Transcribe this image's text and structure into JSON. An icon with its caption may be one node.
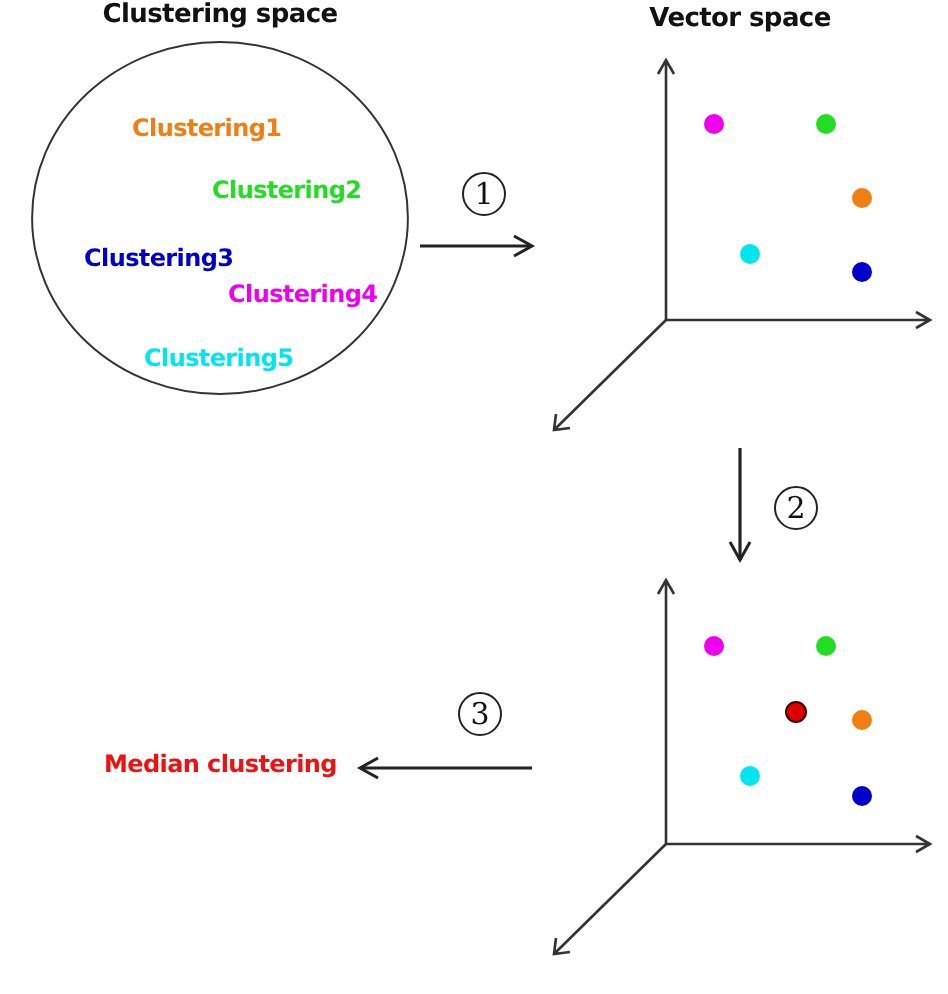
{
  "diagram": {
    "nodes": [
      {
        "text": [
          "Clustering space"
        ]
      },
      {
        "text": [
          "Clustering1"
        ],
        "in": 0
      },
      {
        "text": [
          "Clustering2"
        ],
        "in": 0
      },
      {
        "text": [
          "Clustering3"
        ],
        "in": 0
      },
      {
        "text": [
          "Clustering4"
        ],
        "in": 0
      },
      {
        "text": [
          "Clustering5"
        ],
        "in": 0
      },
      {
        "text": [
          "Vector space"
        ]
      },
      {
        "text": [],
        "shape": "picture"
      },
      {
        "text": [
          "Median clustering"
        ]
      }
    ],
    "edges": [
      {
        "from": 0,
        "to": 6,
        "arrow": "to",
        "label": "1"
      },
      {
        "from": 6,
        "to": 7,
        "arrow": "to",
        "label": "2"
      },
      {
        "from": 7,
        "to": 8,
        "arrow": "to",
        "label": "3"
      }
    ]
  }
}
